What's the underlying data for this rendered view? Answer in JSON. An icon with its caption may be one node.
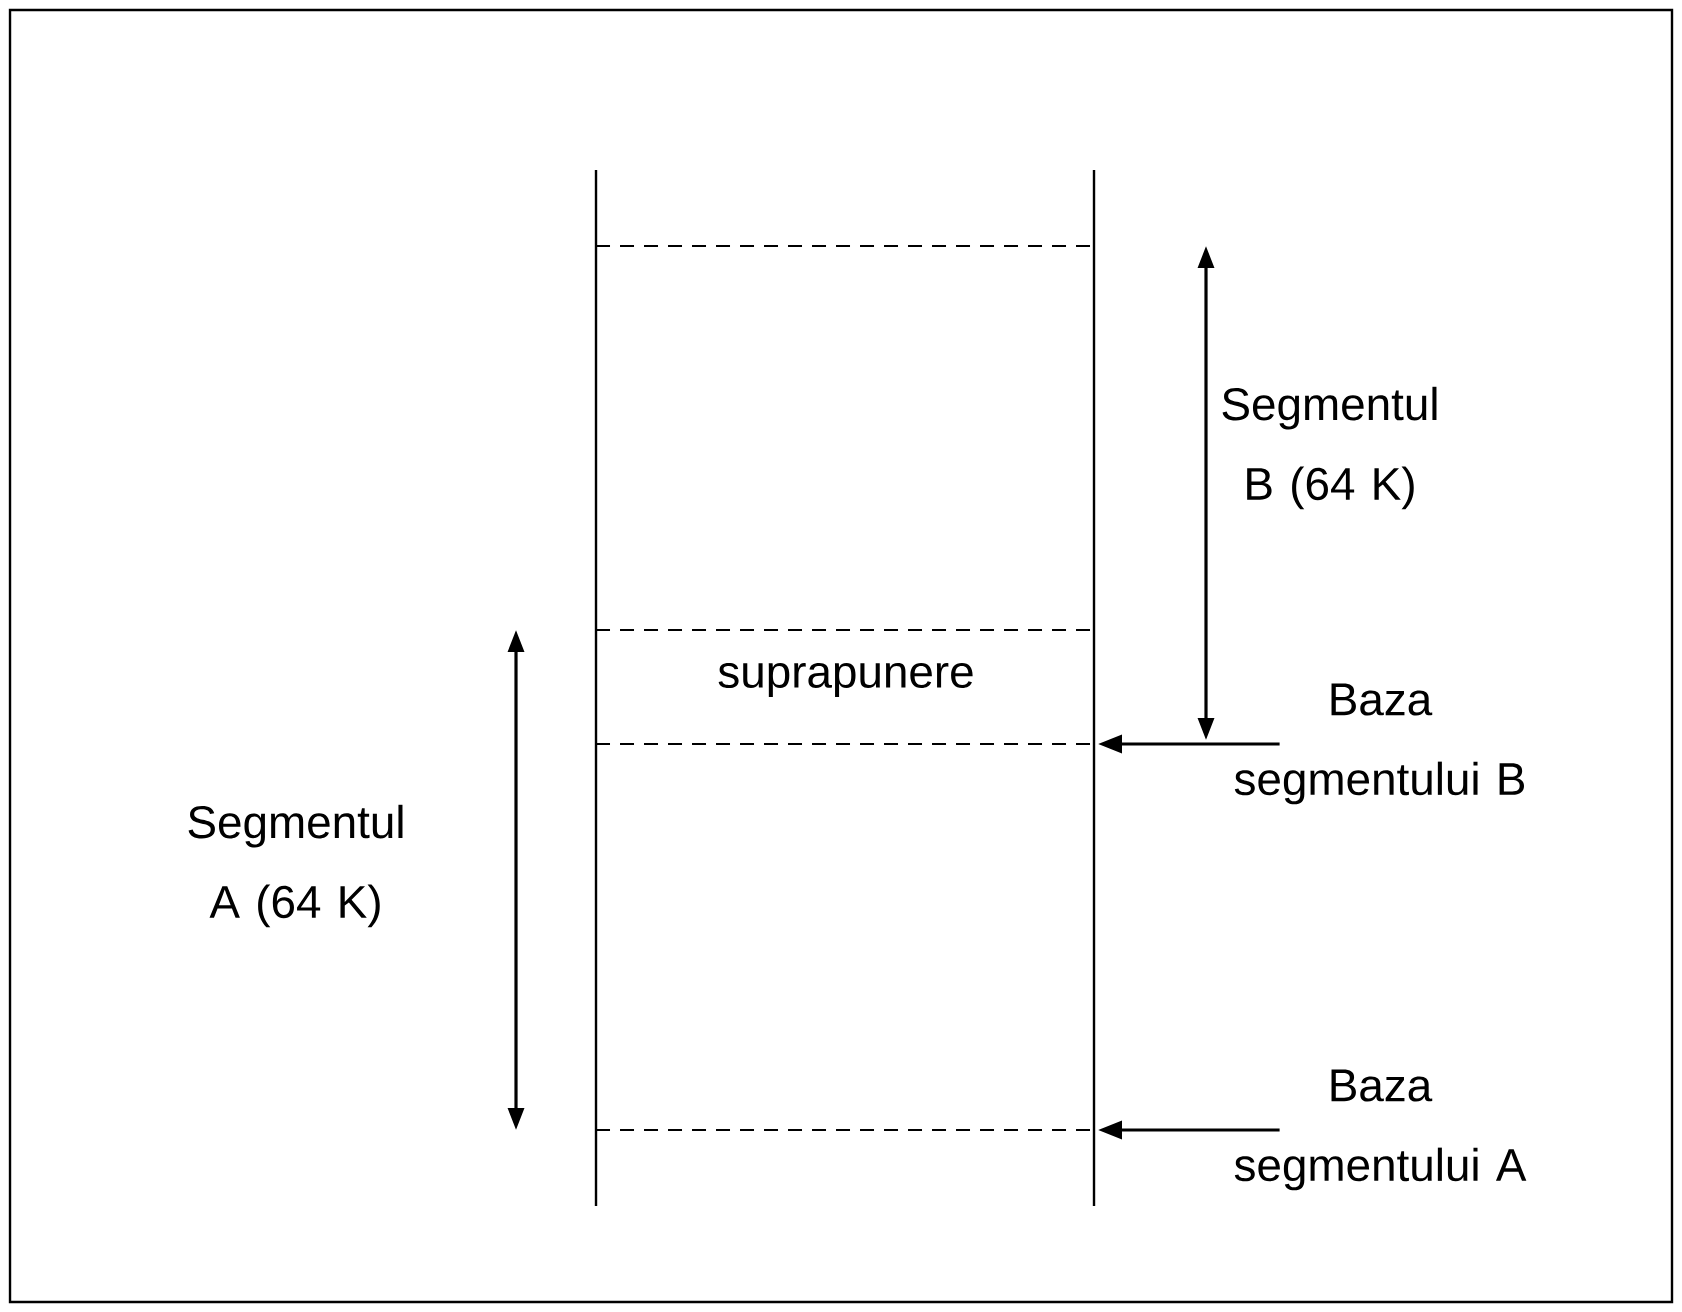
{
  "diagram": {
    "nodes": [
      {
        "text": [
          "Baza segmentului B"
        ]
      },
      {
        "text": [
          "Baza segmentului A"
        ]
      }
    ],
    "edges": [
      {
        "from": 0,
        "to": null,
        "arrow": "to"
      },
      {
        "from": 1,
        "to": null,
        "arrow": "to"
      }
    ],
    "labels": [
      "Segmentul B (64 K)",
      "suprapunere",
      "Segmentul A (64 K)"
    ]
  }
}
